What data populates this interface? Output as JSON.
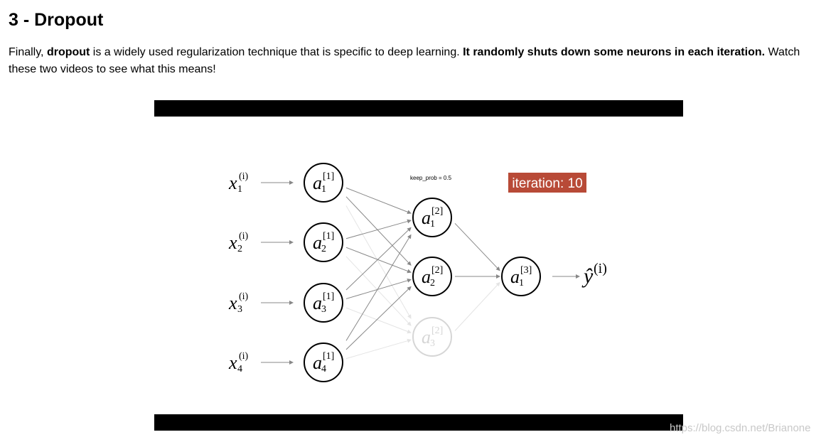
{
  "heading": "3 - Dropout",
  "intro": {
    "part1": "Finally, ",
    "bold1": "dropout",
    "part2": " is a widely used regularization technique that is specific to deep learning. ",
    "bold2": "It randomly shuts down some neurons in each iteration.",
    "part3": " Watch these two videos to see what this means!"
  },
  "video": {
    "keep_prob_label": "keep_prob = 0.5",
    "iteration_label": "iteration: 10",
    "iteration_color": "#b84a37",
    "inputs": [
      {
        "base": "x",
        "sup": "(i)",
        "sub": "1"
      },
      {
        "base": "x",
        "sup": "(i)",
        "sub": "2"
      },
      {
        "base": "x",
        "sup": "(i)",
        "sub": "3"
      },
      {
        "base": "x",
        "sup": "(i)",
        "sub": "4"
      }
    ],
    "layer1": [
      {
        "base": "a",
        "sup": "[1]",
        "sub": "1"
      },
      {
        "base": "a",
        "sup": "[1]",
        "sub": "2"
      },
      {
        "base": "a",
        "sup": "[1]",
        "sub": "3"
      },
      {
        "base": "a",
        "sup": "[1]",
        "sub": "4"
      }
    ],
    "layer2": [
      {
        "base": "a",
        "sup": "[2]",
        "sub": "1",
        "dropped": false
      },
      {
        "base": "a",
        "sup": "[2]",
        "sub": "2",
        "dropped": false
      },
      {
        "base": "a",
        "sup": "[2]",
        "sub": "3",
        "dropped": true
      }
    ],
    "layer3": {
      "base": "a",
      "sup": "[3]",
      "sub": "1"
    },
    "output": {
      "base": "ŷ",
      "sup": "(i)"
    }
  },
  "watermark": "https://blog.csdn.net/Brianone"
}
